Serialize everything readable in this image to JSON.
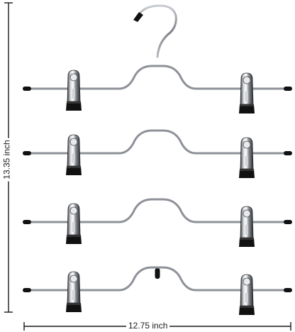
{
  "dimensions": {
    "height_label": "13.35 inch",
    "width_label": "12.75 inch"
  },
  "hanger": {
    "tiers": 4,
    "clips_per_tier": 2,
    "colors": {
      "wire": "#9a9ea3",
      "chrome_light": "#f2f3f4",
      "chrome_dark": "#2a2c30",
      "clip_base": "#111111",
      "dimension_line": "#1a1a1a"
    }
  }
}
